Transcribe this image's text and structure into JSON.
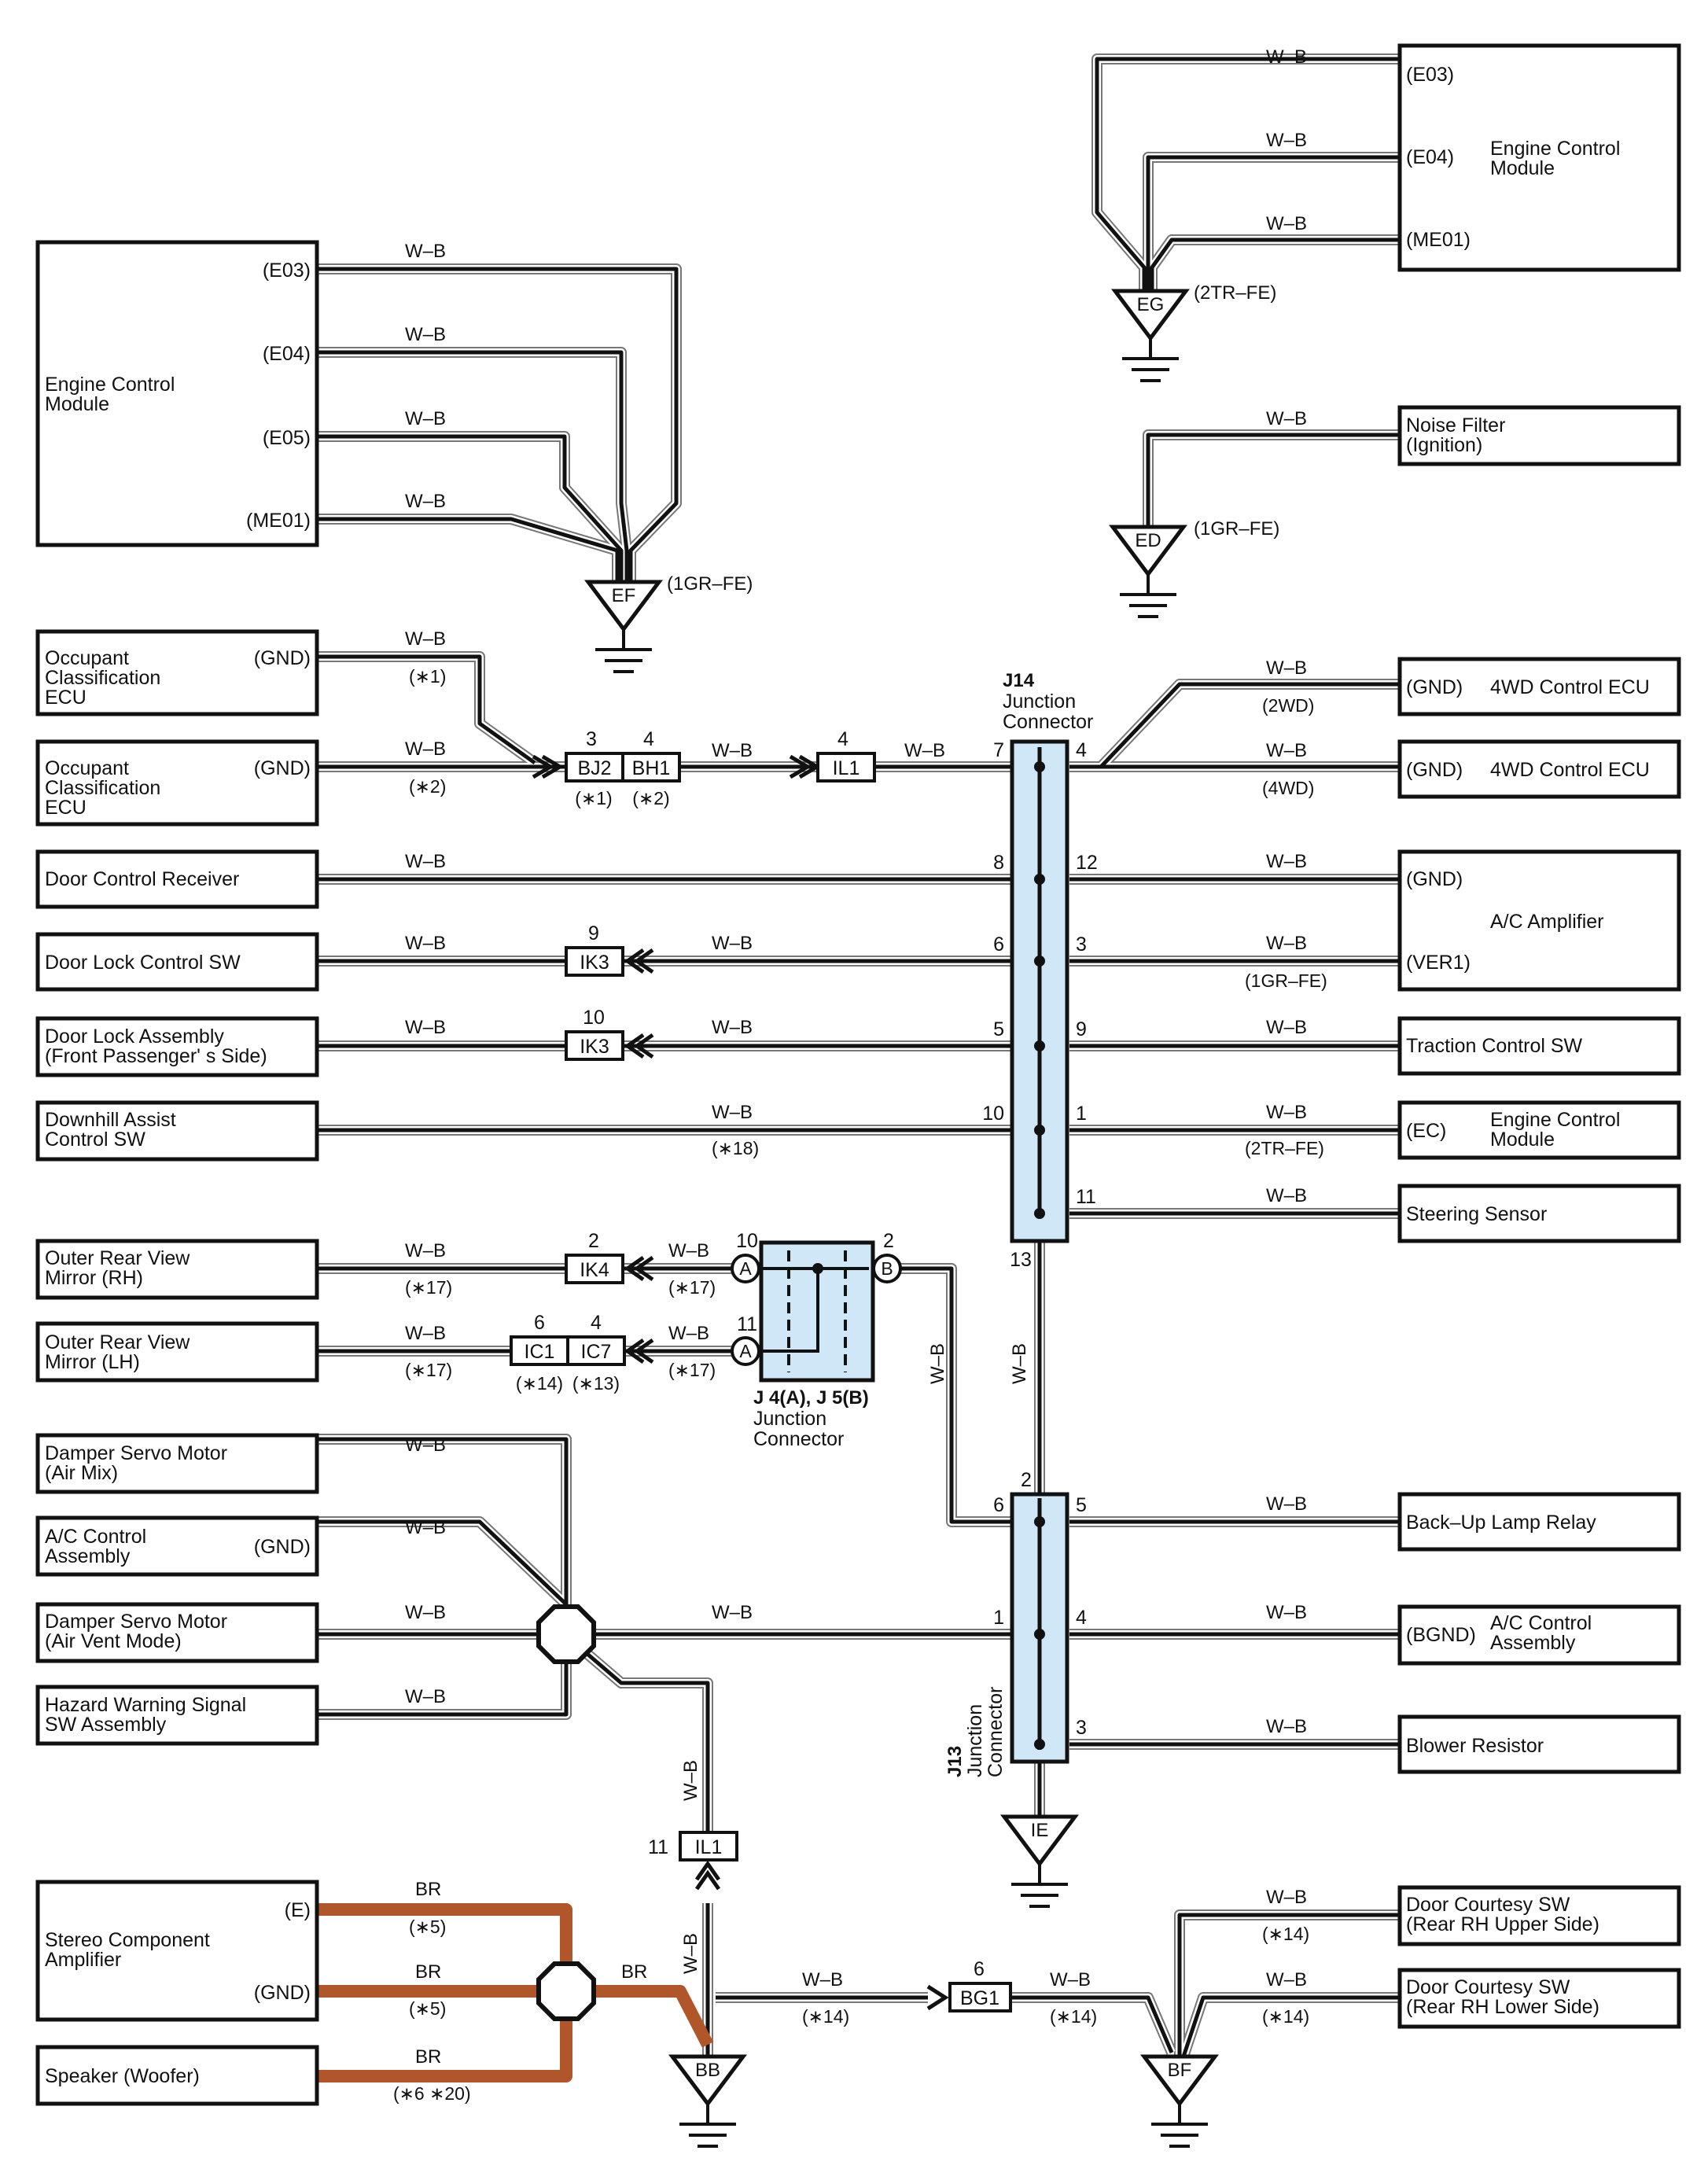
{
  "colors": {
    "wire_wb": "#111111",
    "wire_br": "#b0562a",
    "junction_fill": "#cfe7f7"
  },
  "wire_code": "W–B",
  "wire_code_br": "BR",
  "ecm_left": {
    "l1": "Engine Control",
    "l2": "Module",
    "pins": [
      "(E03)",
      "(E04)",
      "(E05)",
      "(ME01)"
    ]
  },
  "ecm_right": {
    "l1": "Engine Control",
    "l2": "Module",
    "pins": [
      "(E03)",
      "(E04)",
      "(ME01)"
    ]
  },
  "noise_filter": {
    "l1": "Noise Filter",
    "l2": "(Ignition)"
  },
  "grounds": {
    "EF": {
      "name": "EF",
      "note": "(1GR–FE)"
    },
    "EG": {
      "name": "EG",
      "note": "(2TR–FE)"
    },
    "ED": {
      "name": "ED",
      "note": "(1GR–FE)"
    },
    "IE": {
      "name": "IE"
    },
    "BB": {
      "name": "BB"
    },
    "BF": {
      "name": "BF"
    }
  },
  "left": {
    "occ1": {
      "l1": "Occupant",
      "l2": "Classification",
      "l3": "ECU",
      "pin": "(GND)",
      "note": "(∗1)"
    },
    "occ2": {
      "l1": "Occupant",
      "l2": "Classification",
      "l3": "ECU",
      "pin": "(GND)",
      "note": "(∗2)"
    },
    "door_recv": "Door Control Receiver",
    "door_lock_sw": "Door Lock Control SW",
    "door_lock_assy": {
      "l1": "Door Lock Assembly",
      "l2": "(Front Passenger' s Side)"
    },
    "downhill": {
      "l1": "Downhill Assist",
      "l2": "Control SW",
      "note": "(∗18)"
    },
    "mirror_rh": {
      "l1": "Outer Rear View",
      "l2": "Mirror (RH)",
      "note": "(∗17)"
    },
    "mirror_lh": {
      "l1": "Outer Rear View",
      "l2": "Mirror (LH)",
      "note": "(∗17)"
    },
    "damper_air": {
      "l1": "Damper Servo Motor",
      "l2": "(Air Mix)"
    },
    "ac_ctrl": {
      "l1": "A/C Control",
      "l2": "Assembly",
      "pin": "(GND)"
    },
    "damper_vent": {
      "l1": "Damper Servo Motor",
      "l2": "(Air Vent Mode)"
    },
    "hazard": {
      "l1": "Hazard Warning Signal",
      "l2": "SW Assembly"
    },
    "stereo": {
      "l1": "Stereo Component",
      "l2": "Amplifier",
      "pin_e": "(E)",
      "pin_gnd": "(GND)",
      "note": "(∗5)"
    },
    "woofer": {
      "l1": "Speaker (Woofer)",
      "note": "(∗6 ∗20)"
    }
  },
  "right": {
    "wd2": {
      "pin": "(GND)",
      "label": "4WD Control ECU",
      "note": "(2WD)"
    },
    "wd4": {
      "pin": "(GND)",
      "label": "4WD Control ECU",
      "note": "(4WD)"
    },
    "ac_amp": {
      "label": "A/C Amplifier",
      "pin1": "(GND)",
      "pin2": "(VER1)",
      "note": "(1GR–FE)"
    },
    "traction": "Traction Control SW",
    "ecm_ec": {
      "pin": "(EC)",
      "l1": "Engine Control",
      "l2": "Module",
      "note": "(2TR–FE)"
    },
    "steering": "Steering Sensor",
    "backup": "Back–Up Lamp Relay",
    "ac_ctrl": {
      "pin": "(BGND)",
      "l1": "A/C Control",
      "l2": "Assembly"
    },
    "blower": "Blower Resistor",
    "door_upper": {
      "l1": "Door Courtesy SW",
      "l2": "(Rear RH Upper Side)",
      "note": "(∗14)"
    },
    "door_lower": {
      "l1": "Door Courtesy SW",
      "l2": "(Rear RH Lower Side)",
      "note": "(∗14)"
    }
  },
  "junctions": {
    "j14": {
      "id": "J14",
      "l1": "Junction",
      "l2": "Connector",
      "left_pins": [
        "7",
        "8",
        "6",
        "5",
        "10"
      ],
      "right_pins": [
        "4",
        "12",
        "3",
        "9",
        "1",
        "11"
      ],
      "bottom_pin": "13"
    },
    "j13": {
      "id": "J13",
      "l1": "Junction",
      "l2": "Connector",
      "top_pin": "2",
      "left_pins": [
        "6",
        "1"
      ],
      "right_pins": [
        "5",
        "4",
        "3"
      ]
    },
    "j45": {
      "id": "J 4(A), J 5(B)",
      "l1": "Junction",
      "l2": "Connector",
      "pin_a1": "10",
      "pin_a2": "11",
      "pin_b": "2",
      "a": "A",
      "b": "B"
    }
  },
  "connectors": {
    "bj2": {
      "name": "BJ2",
      "pin": "3",
      "note": "(∗1)"
    },
    "bh1": {
      "name": "BH1",
      "pin": "4",
      "note": "(∗2)"
    },
    "il1_top": {
      "name": "IL1",
      "pin": "4"
    },
    "ik3_a": {
      "name": "IK3",
      "pin": "9"
    },
    "ik3_b": {
      "name": "IK3",
      "pin": "10"
    },
    "ik4": {
      "name": "IK4",
      "pin": "2"
    },
    "ic1": {
      "name": "IC1",
      "pin": "6",
      "note": "(∗14)"
    },
    "ic7": {
      "name": "IC7",
      "pin": "4",
      "note": "(∗13)"
    },
    "il1_bot": {
      "name": "IL1",
      "pin": "11"
    },
    "bg1": {
      "name": "BG1",
      "pin": "6"
    }
  },
  "notes": {
    "n17": "(∗17)",
    "n14": "(∗14)"
  }
}
